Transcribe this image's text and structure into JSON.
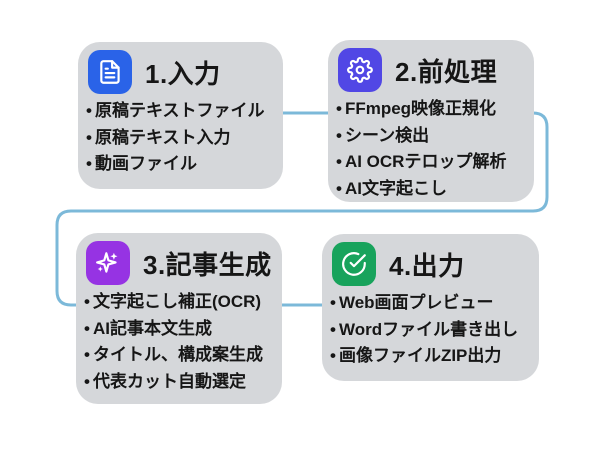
{
  "diagram": {
    "background": "#ffffff",
    "connector_color": "#7cb9d9",
    "card_background": "#d5d7da",
    "text_color": "#161616",
    "cards": [
      {
        "title": "1.入力",
        "icon": "document-icon",
        "icon_color": "#2a63e8",
        "items": [
          "原稿テキストファイル",
          "原稿テキスト入力",
          "動画ファイル"
        ]
      },
      {
        "title": "2.前処理",
        "icon": "gear-icon",
        "icon_color": "#5147e5",
        "items": [
          "FFmpeg映像正規化",
          "シーン検出",
          "AI OCRテロップ解析",
          "AI文字起こし"
        ]
      },
      {
        "title": "3.記事生成",
        "icon": "sparkles-icon",
        "icon_color": "#9633e3",
        "items": [
          "文字起こし補正(OCR)",
          "AI記事本文生成",
          "タイトル、構成案生成",
          "代表カット自動選定"
        ]
      },
      {
        "title": "4.出力",
        "icon": "check-circle-icon",
        "icon_color": "#18a35c",
        "items": [
          "Web画面プレビュー",
          "Wordファイル書き出し",
          "画像ファイルZIP出力"
        ]
      }
    ]
  }
}
